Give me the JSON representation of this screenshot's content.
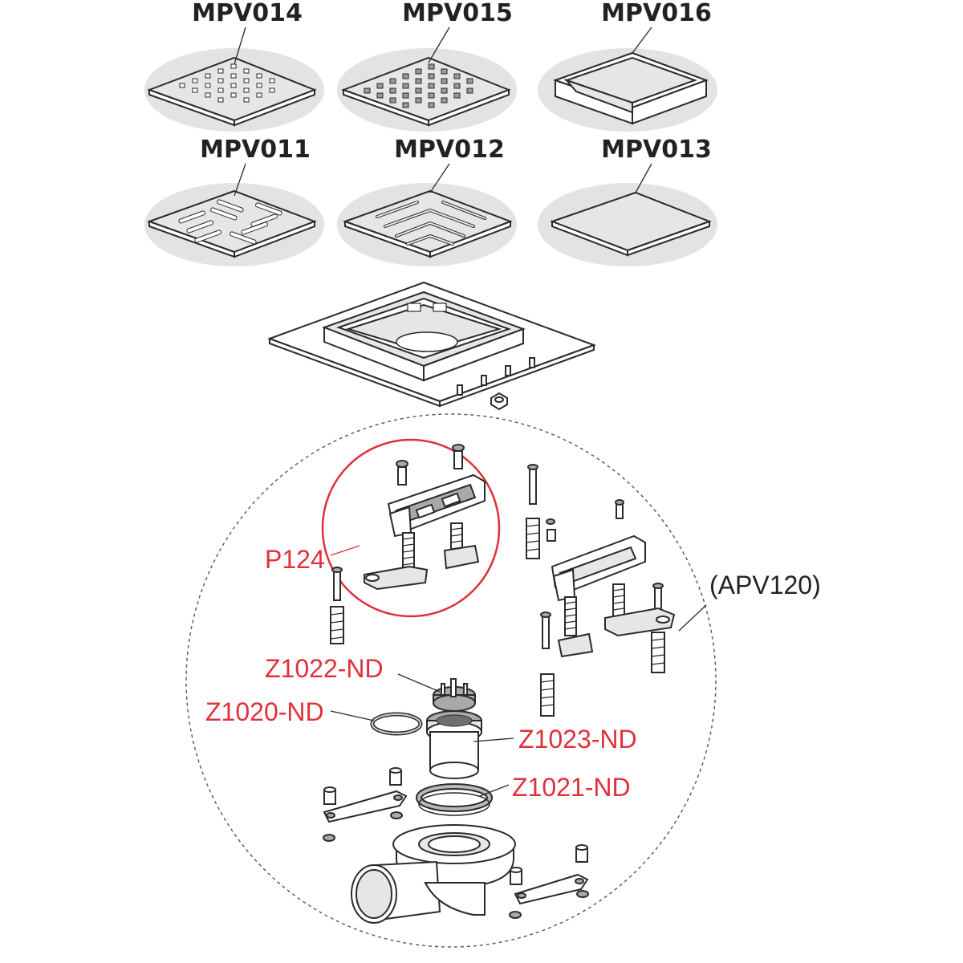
{
  "grates": {
    "mpv014": "MPV014",
    "mpv015": "MPV015",
    "mpv016": "MPV016",
    "mpv011": "MPV011",
    "mpv012": "MPV012",
    "mpv013": "MPV013"
  },
  "parts": {
    "p124": "P124",
    "apv120": "(APV120)",
    "z1022": "Z1022-ND",
    "z1020": "Z1020-ND",
    "z1023": "Z1023-ND",
    "z1021": "Z1021-ND"
  },
  "colors": {
    "accent_red": "#e0303a",
    "ellipse_gray": "#e3e3e3",
    "line": "#2b2b2b"
  }
}
